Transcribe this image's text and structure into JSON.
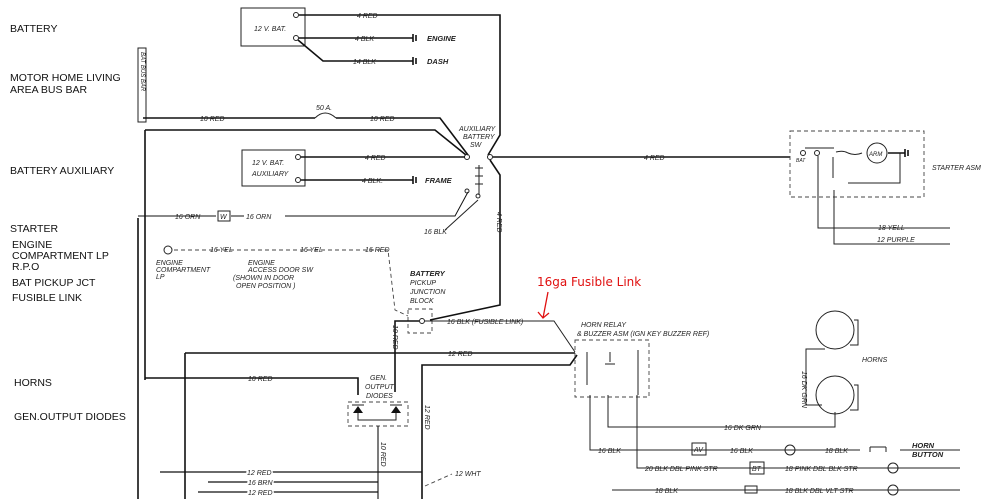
{
  "side_labels": {
    "battery": "BATTERY",
    "bus_bar_1": "MOTOR HOME LIVING",
    "bus_bar_2": "AREA BUS BAR",
    "battery_aux": "BATTERY AUXILIARY",
    "starter": "STARTER",
    "engine_lp_1": "ENGINE",
    "engine_lp_2": "COMPARTMENT  LP",
    "rpo": "R.P.O",
    "bat_pickup": "BAT PICKUP JCT",
    "fusible": "FUSIBLE  LINK",
    "horns": "HORNS",
    "gen_diodes": "GEN.OUTPUT DIODES"
  },
  "components": {
    "main_battery": "12 V. BAT.",
    "aux_battery_1": "12 V. BAT.",
    "aux_battery_2": "AUXILIARY",
    "bus_bar": "BAT BUS BAR",
    "fuse": "50 A.",
    "aux_switch_1": "AUXILIARY",
    "aux_switch_2": "BATTERY",
    "aux_switch_3": "SW",
    "engine_ground": "ENGINE",
    "dash_ground": "DASH",
    "frame_ground": "FRAME",
    "engine_lp_1": "ENGINE",
    "engine_lp_2": "COMPARTMENT",
    "engine_lp_3": "LP",
    "door_sw_1": "ENGINE",
    "door_sw_2": "ACCESS DOOR SW",
    "door_sw_3": "(SHOWN IN DOOR",
    "door_sw_4": "OPEN POSITION )",
    "junction_1": "BATTERY",
    "junction_2": "PICKUP",
    "junction_3": "JUNCTION",
    "junction_4": "BLOCK",
    "diodes_1": "GEN.",
    "diodes_2": "OUTPUT",
    "diodes_3": "DIODES",
    "horn_relay_1": "HORN RELAY",
    "horn_relay_2": "& BUZZER ASM (IGN KEY BUZZER REF)",
    "horns": "HORNS",
    "horn_button_1": "HORN",
    "horn_button_2": "BUTTON",
    "starter_asm": "STARTER ASM",
    "arm": "ARM",
    "bat_term": "BAT",
    "w_box": "W",
    "av_box": "AV",
    "bt_box": "BT"
  },
  "wires": {
    "w1": "4 RED",
    "w2": "4 BLK",
    "w3": "14 BLK",
    "w4": "10 RED",
    "w5": "10 RED",
    "w6": "4 RED",
    "w7": "4 BLK.",
    "w8": "16 ORN",
    "w9": "16 ORN",
    "w10": "16 BLK",
    "w11": "4 RED",
    "w12": "4 RED",
    "w13": "16 YEL",
    "w14": "16 YEL",
    "w15": "16 RED",
    "w16": "16 BLK (FUSIBLE LINK)",
    "w17": "10 RED",
    "w18": "12 RED",
    "w19": "10 RED",
    "w20": "10 RED",
    "w21": "12 RED",
    "w22": "12 RED",
    "w23": "16 BRN",
    "w24": "12 RED",
    "w25": "12 WHT",
    "w26": "18 YELL",
    "w27": "12 PURPLE",
    "w28": "16 DK GRN",
    "w29": "16 DK GRN",
    "w30": "16 BLK",
    "w31": "16 BLK",
    "w32": "18 BLK",
    "w33": "20 BLK DBL PINK STR",
    "w34": "18 PINK DBL BLK STR",
    "w35": "18 BLK",
    "w36": "18 BLK DBL VLT STR"
  },
  "annotation": "16ga Fusible Link",
  "colors": {
    "annotation": "#e01010"
  }
}
